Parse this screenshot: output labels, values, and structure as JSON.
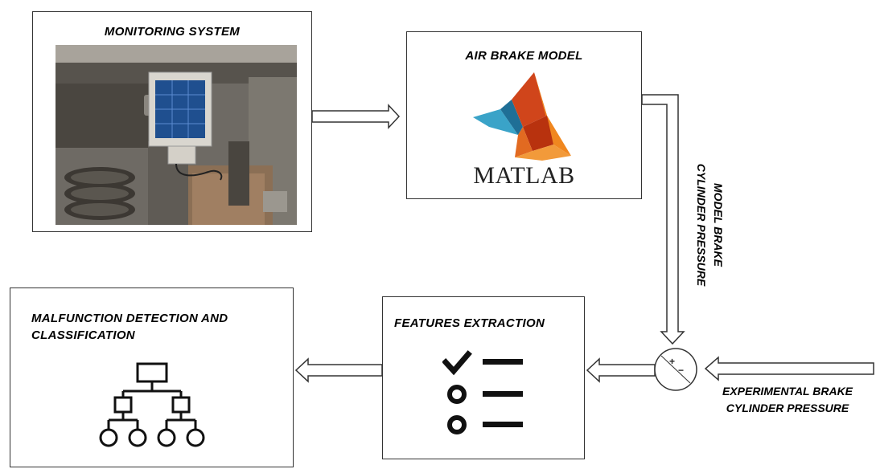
{
  "boxes": {
    "monitoring": {
      "title": "MONITORING SYSTEM"
    },
    "air_brake": {
      "title": "AIR BRAKE MODEL",
      "logo_text": "MATLAB"
    },
    "features": {
      "title": "FEATURES EXTRACTION"
    },
    "malfunction": {
      "title": "MALFUNCTION DETECTION AND CLASSIFICATION"
    }
  },
  "labels": {
    "model_brake": [
      "MODEL BRAKE",
      "CYLINDER PRESSURE"
    ],
    "experimental_brake": [
      "EXPERIMENTAL BRAKE",
      "CYLINDER PRESSURE"
    ]
  },
  "comparator": {
    "plus": "+",
    "minus": "−"
  },
  "icons": {
    "photo": "train-bogie-sensor-photo",
    "logo": "matlab-logo",
    "checklist": "checklist-icon",
    "tree": "hierarchy-tree-icon"
  }
}
